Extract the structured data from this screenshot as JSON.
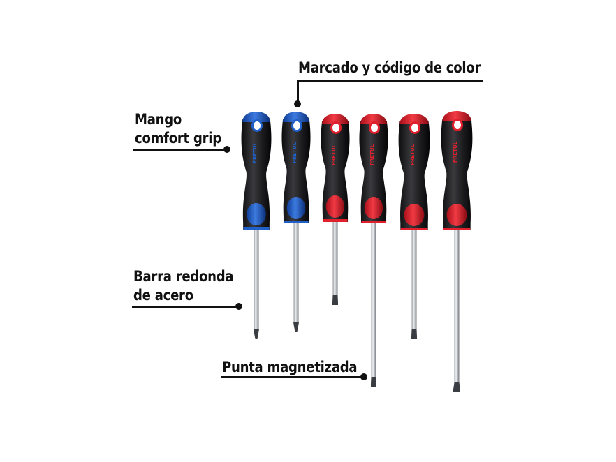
{
  "callouts": {
    "color_marking": {
      "text": "Marcado y código de color"
    },
    "handle": {
      "line1": "Mango",
      "line2": "comfort grip"
    },
    "shaft": {
      "line1": "Barra redonda",
      "line2": "de acero"
    },
    "tip": {
      "text": "Punta magnetizada"
    }
  },
  "brand_mark": "PRETUL",
  "colors": {
    "blue_cap": "#2060c8",
    "red_cap": "#e0202c",
    "handle_body": "#1a1a1c",
    "text": "#111111"
  },
  "screwdrivers": [
    {
      "accent": "blue",
      "tip": "phillips"
    },
    {
      "accent": "blue",
      "tip": "phillips"
    },
    {
      "accent": "red",
      "tip": "slotted"
    },
    {
      "accent": "red",
      "tip": "slotted"
    },
    {
      "accent": "red",
      "tip": "slotted"
    },
    {
      "accent": "red",
      "tip": "slotted"
    }
  ]
}
